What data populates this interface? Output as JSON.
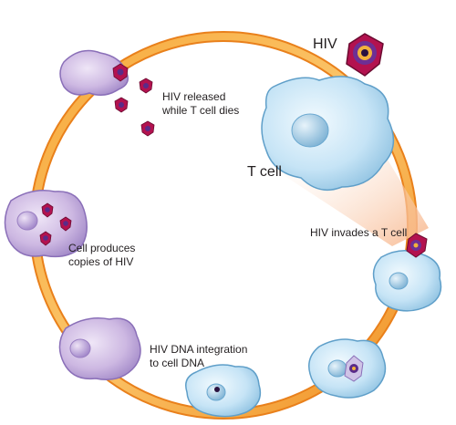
{
  "labels": {
    "hiv": "HIV",
    "t_cell": "T cell",
    "invades": "HIV invades a T cell",
    "integration_1": "HIV DNA integration",
    "integration_2": "to cell DNA",
    "produces_1": "Cell produces",
    "produces_2": "copies of HIV",
    "released_1": "HIV released",
    "released_2": "while T cell dies"
  },
  "colors": {
    "ring_outer": "#f39c2f",
    "ring_inner": "#fbc066",
    "cell_blue": "#bfe0f4",
    "cell_blue_edge": "#6aa8d0",
    "cell_purple": "#cbb6e0",
    "cell_purple_edge": "#9a7fc2",
    "virus_red": "#b3124f",
    "virus_purple": "#5b2d8a"
  }
}
